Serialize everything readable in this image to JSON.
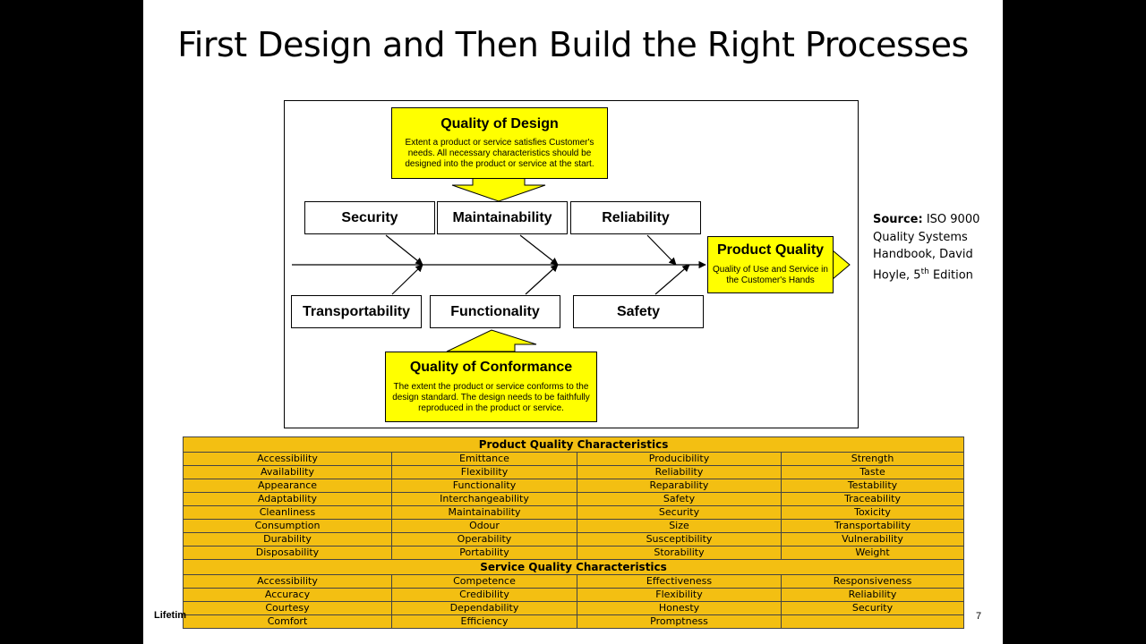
{
  "slide": {
    "title": "First Design and Then Build the Right Processes",
    "footer_text": "Lifetim",
    "page_number": "7"
  },
  "diagram": {
    "quality_of_design": {
      "title": "Quality  of Design",
      "description": "Extent a product or service satisfies Customer's needs.  All necessary characteristics should be designed into the product or service at the start."
    },
    "quality_of_conformance": {
      "title": "Quality  of Conformance",
      "description": "The extent the product or service conforms to the design standard.  The design needs to be faithfully reproduced in the product or service."
    },
    "product_quality": {
      "title": "Product Quality",
      "description": "Quality of Use and Service in the Customer's Hands"
    },
    "top_factors": [
      "Security",
      "Maintainability",
      "Reliability"
    ],
    "bottom_factors": [
      "Transportability",
      "Functionality",
      "Safety"
    ],
    "colors": {
      "highlight": "#ffff00",
      "table": "#f3bf12"
    }
  },
  "source": {
    "label": "Source:",
    "text_before_sup": "ISO 9000 Quality Systems Handbook,  David Hoyle, 5",
    "sup": "th",
    "text_after_sup": " Edition"
  },
  "table": {
    "product_header": "Product Quality Characteristics",
    "product_rows": [
      [
        "Accessibility",
        "Emittance",
        "Producibility",
        "Strength"
      ],
      [
        "Availability",
        "Flexibility",
        "Reliability",
        "Taste"
      ],
      [
        "Appearance",
        "Functionality",
        "Reparability",
        "Testability"
      ],
      [
        "Adaptability",
        "Interchangeability",
        "Safety",
        "Traceability"
      ],
      [
        "Cleanliness",
        "Maintainability",
        "Security",
        "Toxicity"
      ],
      [
        "Consumption",
        "Odour",
        "Size",
        "Transportability"
      ],
      [
        "Durability",
        "Operability",
        "Susceptibility",
        "Vulnerability"
      ],
      [
        "Disposability",
        "Portability",
        "Storability",
        "Weight"
      ]
    ],
    "service_header": "Service Quality Characteristics",
    "service_rows": [
      [
        "Accessibility",
        "Competence",
        "Effectiveness",
        "Responsiveness"
      ],
      [
        "Accuracy",
        "Credibility",
        "Flexibility",
        "Reliability"
      ],
      [
        "Courtesy",
        "Dependability",
        "Honesty",
        "Security"
      ],
      [
        "Comfort",
        "Efficiency",
        "Promptness",
        ""
      ]
    ]
  }
}
